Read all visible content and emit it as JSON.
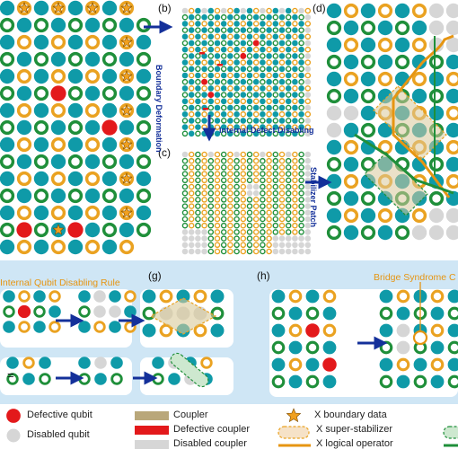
{
  "panels": {
    "b": "(b)",
    "c": "(c)",
    "d": "(d)",
    "g": "(g)",
    "h": "(h)"
  },
  "steps": {
    "boundary_deformation": "Boundary Deformation",
    "internal_defect_disabling": "Internal Defect Disabling",
    "stabilizer_patch": "Stabilizer Patch"
  },
  "subtitles": {
    "internal_rule": "Internal Qubit Disabling Rule",
    "bridge": "Bridge Syndrome C",
    "equals": "="
  },
  "legend": {
    "defective_qubit": "Defective qubit",
    "disabled_qubit": "Disabled qubit",
    "coupler": "Coupler",
    "defective_coupler": "Defective coupler",
    "disabled_coupler": "Disabled coupler",
    "x_boundary_data": "X boundary data",
    "x_super_stabilizer": "X super-stabilizer",
    "x_logical_operator": "X logical operator"
  },
  "colors": {
    "teal": "#0f9aa8",
    "orange_ring": "#eaa221",
    "green_ring": "#1f8f3a",
    "defect_red": "#e3191b",
    "disabled_grey": "#d6d6d6",
    "coupler_tan": "#b9a77a",
    "band_blue": "#cfe6f5",
    "arrow_navy": "#14309a",
    "star_orange": "#f0a020"
  }
}
